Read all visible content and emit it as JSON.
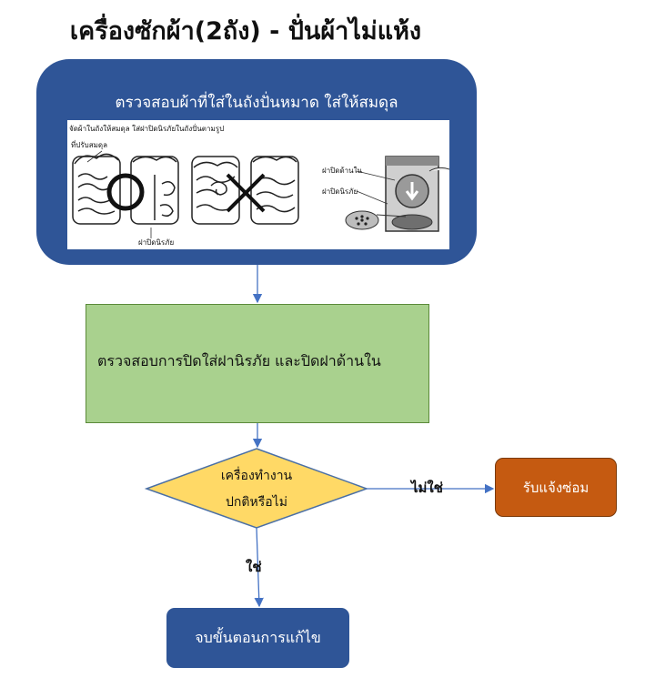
{
  "title": "เครื่องซักผ้า(2ถัง) - ปั่นผ้าไม่แห้ง",
  "steps": {
    "check_load": "ตรวจสอบผ้าที่ใส่ในถังปั่นหมาด ใส่ให้สมดุล",
    "check_lids": "ตรวจสอบการปิดใส่ฝานิรภัย และปิดฝาด้านใน",
    "decision": [
      "เครื่องทำงาน",
      "ปกติหรือไม่"
    ],
    "repair": "รับแจ้งซ่อม",
    "end": "จบขั้นตอนการแก้ไข"
  },
  "edges": {
    "no": "ไม่ใช่",
    "yes": "ใช่"
  },
  "illustration": {
    "instruction": "จัดผ้าในถังให้สมดุล ใส่ฝาปิดนิรภัยในถังปั่นตามรูป",
    "label_adjust": "ที่ปรับสมดุล",
    "label_safety_lid": "ฝาปิดนิรภัย",
    "label_inner_lid": "ฝาปิดด้านใน",
    "label_safety_lid_2": "ฝาปิดนิรภัย"
  },
  "colors": {
    "blue": "#2f5597",
    "green": "#a9d18e",
    "yellow": "#ffd966",
    "orange": "#c55a11",
    "arrow": "#4472c4"
  }
}
